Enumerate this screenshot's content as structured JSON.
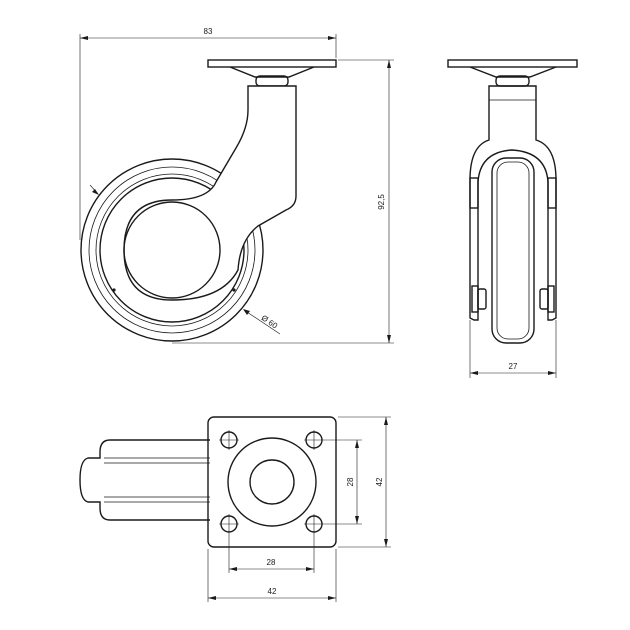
{
  "dimensions": {
    "side_width": "83",
    "side_height": "92,5",
    "wheel_diameter": "Ø 60",
    "front_width": "27",
    "hole_spacing_v": "28",
    "plate_v": "42",
    "hole_spacing_h": "28",
    "plate_h": "42"
  }
}
